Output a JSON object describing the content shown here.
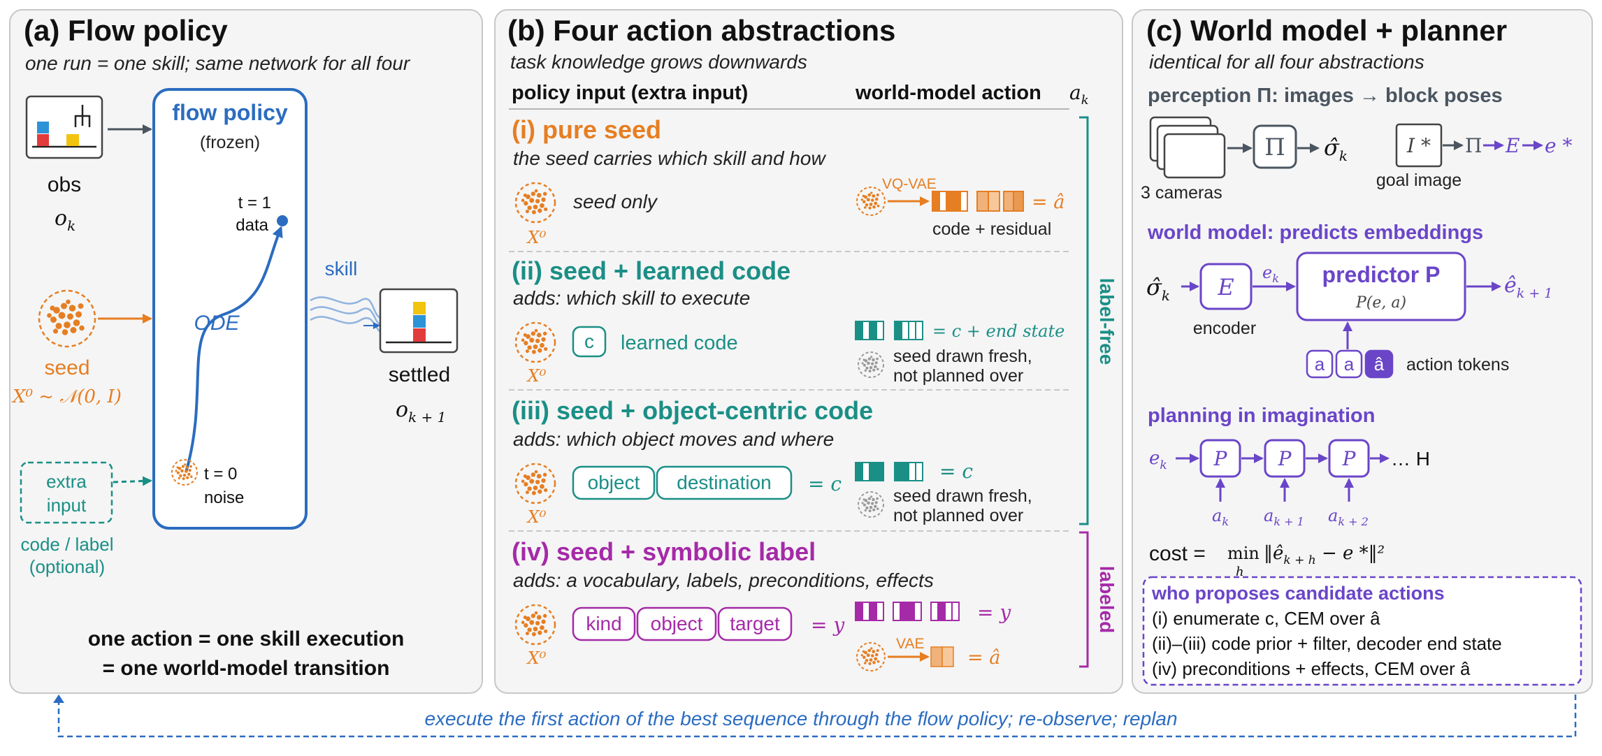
{
  "colors": {
    "panel_fill": "#f5f5f5",
    "panel_stroke": "#c7c7c7",
    "blue": "#2b6cc0",
    "orange": "#e67e22",
    "orange_light": "#f0b27a",
    "teal": "#1a8f86",
    "purple": "#a52aa8",
    "violet": "#6a45c8",
    "slate": "#4a5560",
    "text": "#111111"
  },
  "icons": [
    "camera-icon",
    "goal-image-icon",
    "noise-seed-icon",
    "code-bar-icon",
    "block-stack-icon"
  ],
  "panel_a": {
    "title": "(a) Flow policy",
    "subtitle": "one run = one skill; same network for all four",
    "obs_label": "obs",
    "obs_symbol": "o",
    "obs_sub": "k",
    "seed_label": "seed",
    "seed_formula": "X⁰ ~ 𝒩(0, I)",
    "extra_input_line1": "extra",
    "extra_input_line2": "input",
    "extra_caption_line1": "code / label",
    "extra_caption_line2": "(optional)",
    "policy_title": "flow policy",
    "policy_subtitle": "(frozen)",
    "t1_line1": "t = 1",
    "t1_line2": "data",
    "ode_label": "ODE",
    "t0_line1": "t = 0",
    "t0_line2": "noise",
    "skill_label": "skill",
    "settled_label": "settled",
    "settled_symbol": "o",
    "settled_sub": "k + 1",
    "footer_line1": "one action = one skill execution",
    "footer_line2": "= one world-model transition"
  },
  "panel_b": {
    "title": "(b) Four action abstractions",
    "subtitle": "task knowledge grows downwards",
    "col_policy": "policy input (extra input)",
    "col_action": "world-model action",
    "col_action_symbol": "a",
    "col_action_sub": "k",
    "seed_symbol": "X⁰",
    "rows": [
      {
        "title": "(i) pure seed",
        "desc": "the seed carries which skill and how",
        "input_text": "seed only",
        "encoder_label": "VQ-VAE",
        "action_eq": "= â",
        "action_note_line1": "code + residual",
        "action_note_line2": ""
      },
      {
        "title": "(ii) seed + learned code",
        "desc": "adds: which skill to execute",
        "chip": "c",
        "input_text": "learned code",
        "action_eq": "= c + end state",
        "action_note_line1": "seed drawn fresh,",
        "action_note_line2": "not planned over"
      },
      {
        "title": "(iii) seed + object-centric code",
        "desc": "adds: which object moves and where",
        "chips": [
          "object",
          "destination"
        ],
        "input_eq": "= c",
        "action_eq": "= c",
        "action_note_line1": "seed drawn fresh,",
        "action_note_line2": "not planned over"
      },
      {
        "title": "(iv) seed + symbolic label",
        "desc": "adds: a vocabulary, labels, preconditions, effects",
        "chips": [
          "kind",
          "object",
          "target"
        ],
        "input_eq": "= y",
        "action_eq": "= y",
        "encoder_label": "VAE",
        "action_eq2": "= â"
      }
    ],
    "bracket_label_free": "label-free",
    "bracket_labeled": "labeled"
  },
  "panel_c": {
    "title": "(c) World model + planner",
    "subtitle": "identical for all four abstractions",
    "perception_heading": "perception Π: images → block poses",
    "cameras_label": "3 cameras",
    "pi_symbol": "Π",
    "sigma_hat": "σ̂",
    "sigma_sub": "k",
    "goal_symbol": "I *",
    "goal_label": "goal image",
    "goal_pi": "Π",
    "goal_e": "E",
    "goal_estar": "e *",
    "wm_heading": "world model: predicts embeddings",
    "encoder_symbol": "E",
    "encoder_label": "encoder",
    "ek_symbol": "e",
    "ek_sub": "k",
    "predictor_title": "predictor P",
    "predictor_formula": "P(e, a)",
    "ehat_symbol": "ê",
    "ehat_sub": "k + 1",
    "token_a1": "a",
    "token_a2": "a",
    "token_ahat": "â",
    "tokens_label": "action tokens",
    "planning_heading": "planning in imagination",
    "chain_p": "P",
    "chain_end": "… H",
    "chain_a": [
      {
        "sym": "a",
        "sub": "k"
      },
      {
        "sym": "a",
        "sub": "k + 1"
      },
      {
        "sym": "a",
        "sub": "k + 2"
      }
    ],
    "cost_label": "cost =",
    "cost_min": "min",
    "cost_h": "h",
    "cost_expr": "‖ê",
    "cost_sub": "k + h",
    "cost_rest": " − e *‖²",
    "proposer_title": "who proposes candidate actions",
    "proposer_lines": [
      "(i) enumerate c, CEM over â",
      "(ii)–(iii) code prior + filter, decoder end state",
      "(iv) preconditions + effects, CEM over â"
    ]
  },
  "footer_loop": "execute the first action of the best sequence through the flow policy; re-observe; replan"
}
